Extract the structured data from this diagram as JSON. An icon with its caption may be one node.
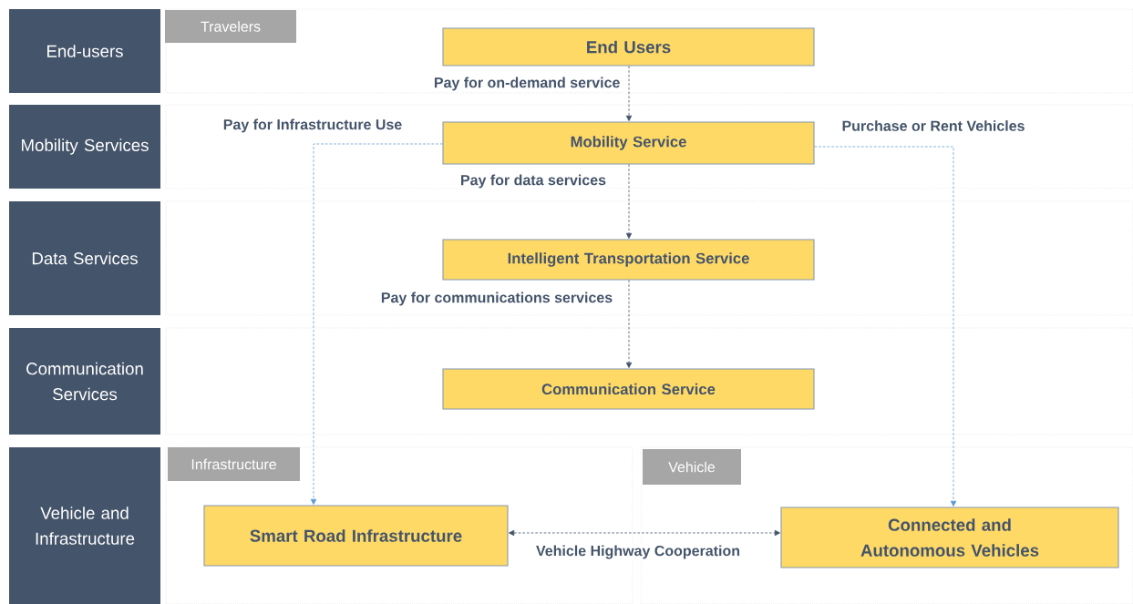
{
  "diagram": {
    "nodes": [
      {
        "text": [
          "End-users"
        ]
      },
      {
        "text": [
          "Mobility Services"
        ]
      },
      {
        "text": [
          "Data Services"
        ]
      },
      {
        "text": [
          "Communication Services"
        ]
      },
      {
        "text": [
          "Vehicle and Infrastructure"
        ]
      },
      {
        "text": [
          "Travelers"
        ]
      },
      {
        "text": [
          "End Users"
        ]
      },
      {
        "text": [
          "Mobility Service"
        ]
      },
      {
        "text": [
          "Intelligent Transportation Service"
        ]
      },
      {
        "text": [
          "Communication Service"
        ]
      },
      {
        "text": [
          "Infrastructure"
        ]
      },
      {
        "text": [
          "Vehicle"
        ]
      },
      {
        "text": [
          "Smart Road Infrastructure"
        ]
      },
      {
        "text": [
          "Connected and Autonomous Vehicles"
        ]
      }
    ],
    "edges": [
      {
        "from": 6,
        "to": 7,
        "arrow": "to",
        "label": "Pay for on-demand service",
        "style": "dashed"
      },
      {
        "from": 7,
        "to": 12,
        "arrow": "to",
        "label": "Pay for Infrastructure Use",
        "style": "dashed",
        "color": "#5b9bd5"
      },
      {
        "from": 7,
        "to": 13,
        "arrow": "to",
        "label": "Purchase or Rent Vehicles",
        "style": "dashed",
        "color": "#5b9bd5"
      },
      {
        "from": 7,
        "to": 8,
        "arrow": "to",
        "label": "Pay for data services",
        "style": "dashed"
      },
      {
        "from": 8,
        "to": 9,
        "arrow": "to",
        "label": "Pay for communications services",
        "style": "dashed"
      },
      {
        "from": 12,
        "to": 13,
        "arrow": "both",
        "label": "Vehicle Highway Cooperation",
        "style": "dashed"
      }
    ]
  }
}
